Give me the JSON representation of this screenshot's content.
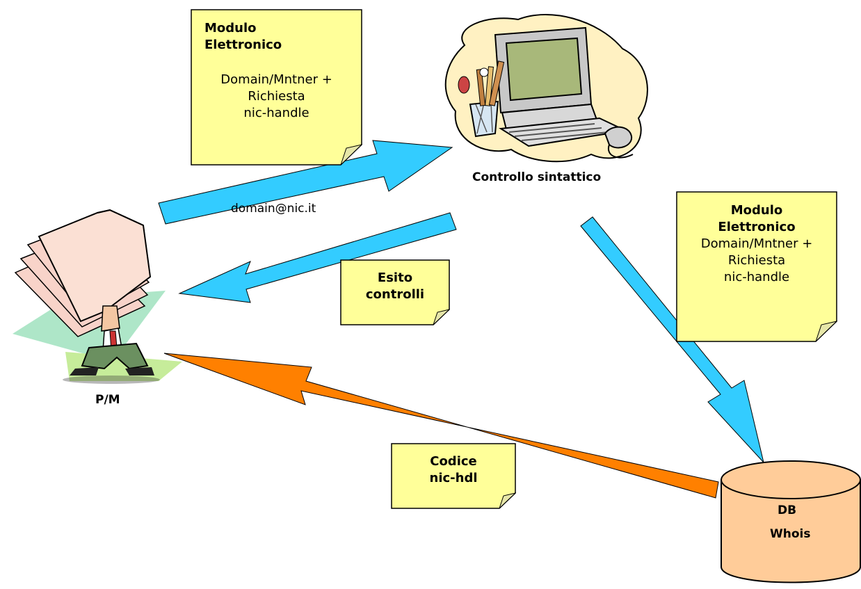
{
  "notes": {
    "top": {
      "line1": "Modulo",
      "line2": "Elettronico",
      "line3": "Domain/Mntner +",
      "line4": "Richiesta",
      "line5": "nic-handle"
    },
    "right": {
      "line1": "Modulo",
      "line2": "Elettronico",
      "line3": "Domain/Mntner +",
      "line4": "Richiesta",
      "line5": "nic-handle"
    },
    "esito": {
      "line1": "Esito",
      "line2": "controlli"
    },
    "codice": {
      "line1": "Codice",
      "line2": "nic-hdl"
    }
  },
  "labels": {
    "email": "domain@nic.it",
    "computer": "Controllo sintattico",
    "user": "P/M"
  },
  "db": {
    "line1": "DB",
    "line2": "Whois"
  },
  "colors": {
    "note_fill": "#ffff99",
    "arrow_blue": "#33ccff",
    "arrow_orange": "#ff8000",
    "db_fill": "#ffcc99"
  }
}
